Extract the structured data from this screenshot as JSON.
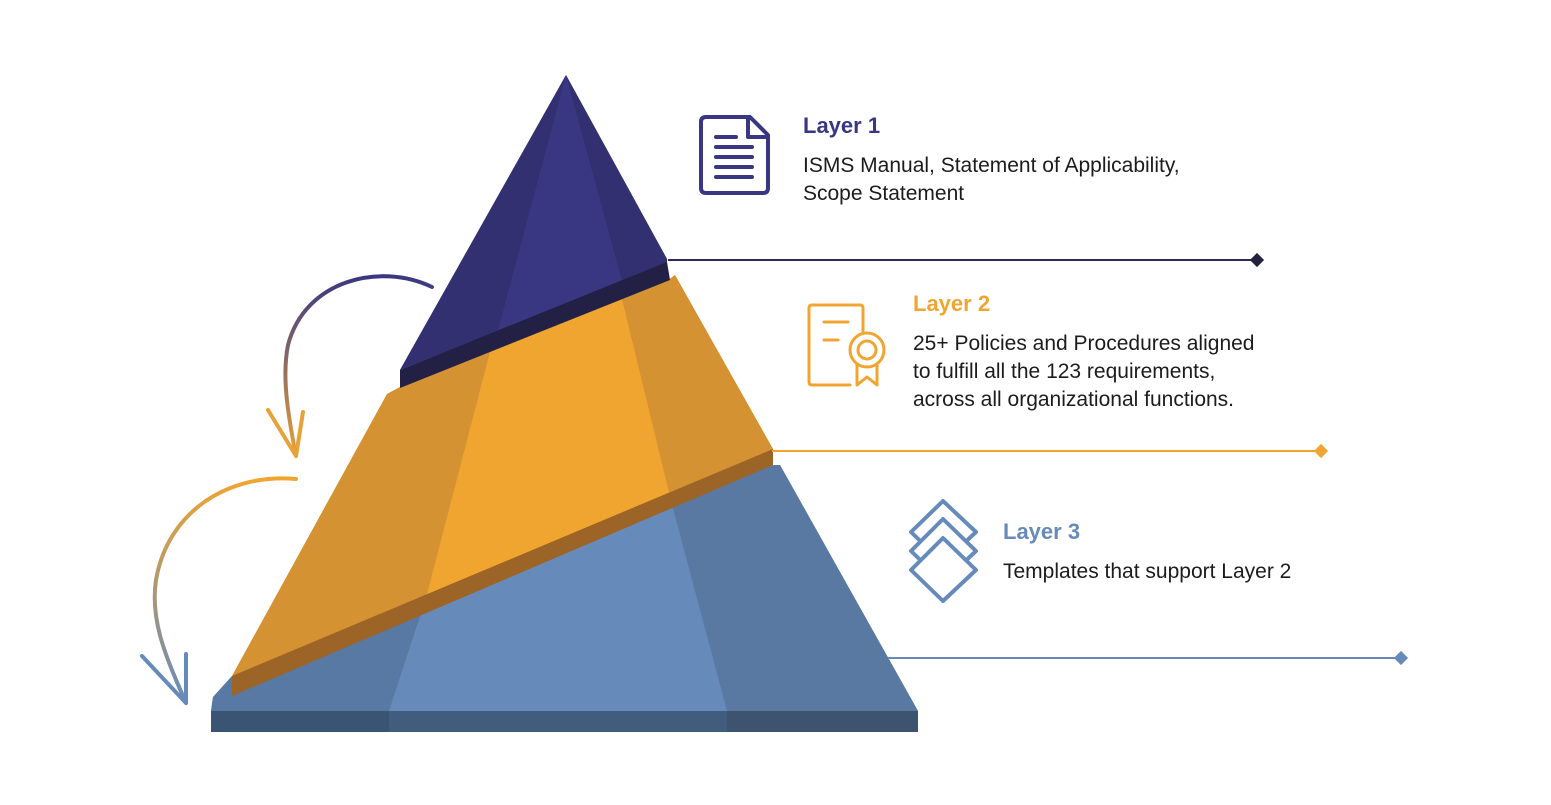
{
  "colors": {
    "layer1": "#3a3782",
    "layer2": "#f0a531",
    "layer3": "#668bbb",
    "text": "#1c1c1c"
  },
  "layers": [
    {
      "title": "Layer 1",
      "description": "ISMS Manual, Statement of Applicability,\nScope Statement",
      "icon": "document-icon"
    },
    {
      "title": "Layer 2",
      "description": "25+ Policies and Procedures aligned\nto fulfill all the 123 requirements,\nacross all organizational functions.",
      "icon": "certificate-icon"
    },
    {
      "title": "Layer 3",
      "description": "Templates that support Layer 2",
      "icon": "stacked-layers-icon"
    }
  ]
}
